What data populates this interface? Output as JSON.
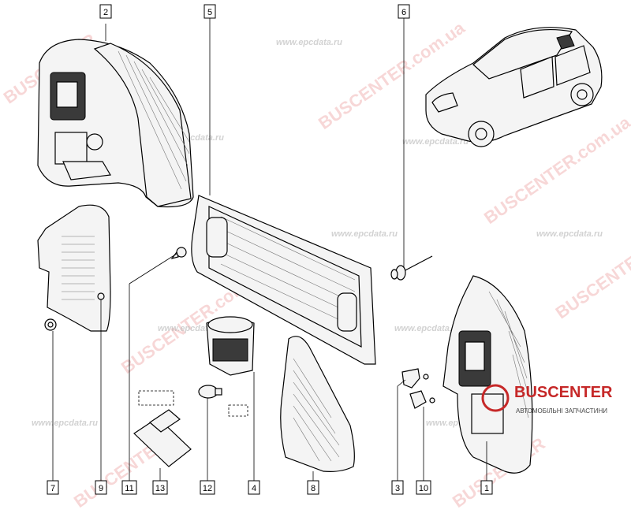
{
  "callouts": [
    {
      "id": "c2",
      "label": "2"
    },
    {
      "id": "c5",
      "label": "5"
    },
    {
      "id": "c6",
      "label": "6"
    },
    {
      "id": "c7",
      "label": "7"
    },
    {
      "id": "c9",
      "label": "9"
    },
    {
      "id": "c11",
      "label": "11"
    },
    {
      "id": "c13",
      "label": "13"
    },
    {
      "id": "c12",
      "label": "12"
    },
    {
      "id": "c4",
      "label": "4"
    },
    {
      "id": "c8",
      "label": "8"
    },
    {
      "id": "c3",
      "label": "3"
    },
    {
      "id": "c10",
      "label": "10"
    },
    {
      "id": "c1",
      "label": "1"
    }
  ],
  "watermarks": {
    "buscenter": "BUSCENTER",
    "buscenter_site": "BUSCENTER.com.ua",
    "epcdata": "www.epcdata.ru",
    "domain": ".com.ua"
  },
  "logo": {
    "name": "BUSCENTER",
    "tagline": "АВТОМОБІЛЬНІ ЗАПЧАСТИНИ"
  },
  "colors": {
    "line": "#000000",
    "watermark": "#e57373",
    "logo_red": "#c62828"
  }
}
